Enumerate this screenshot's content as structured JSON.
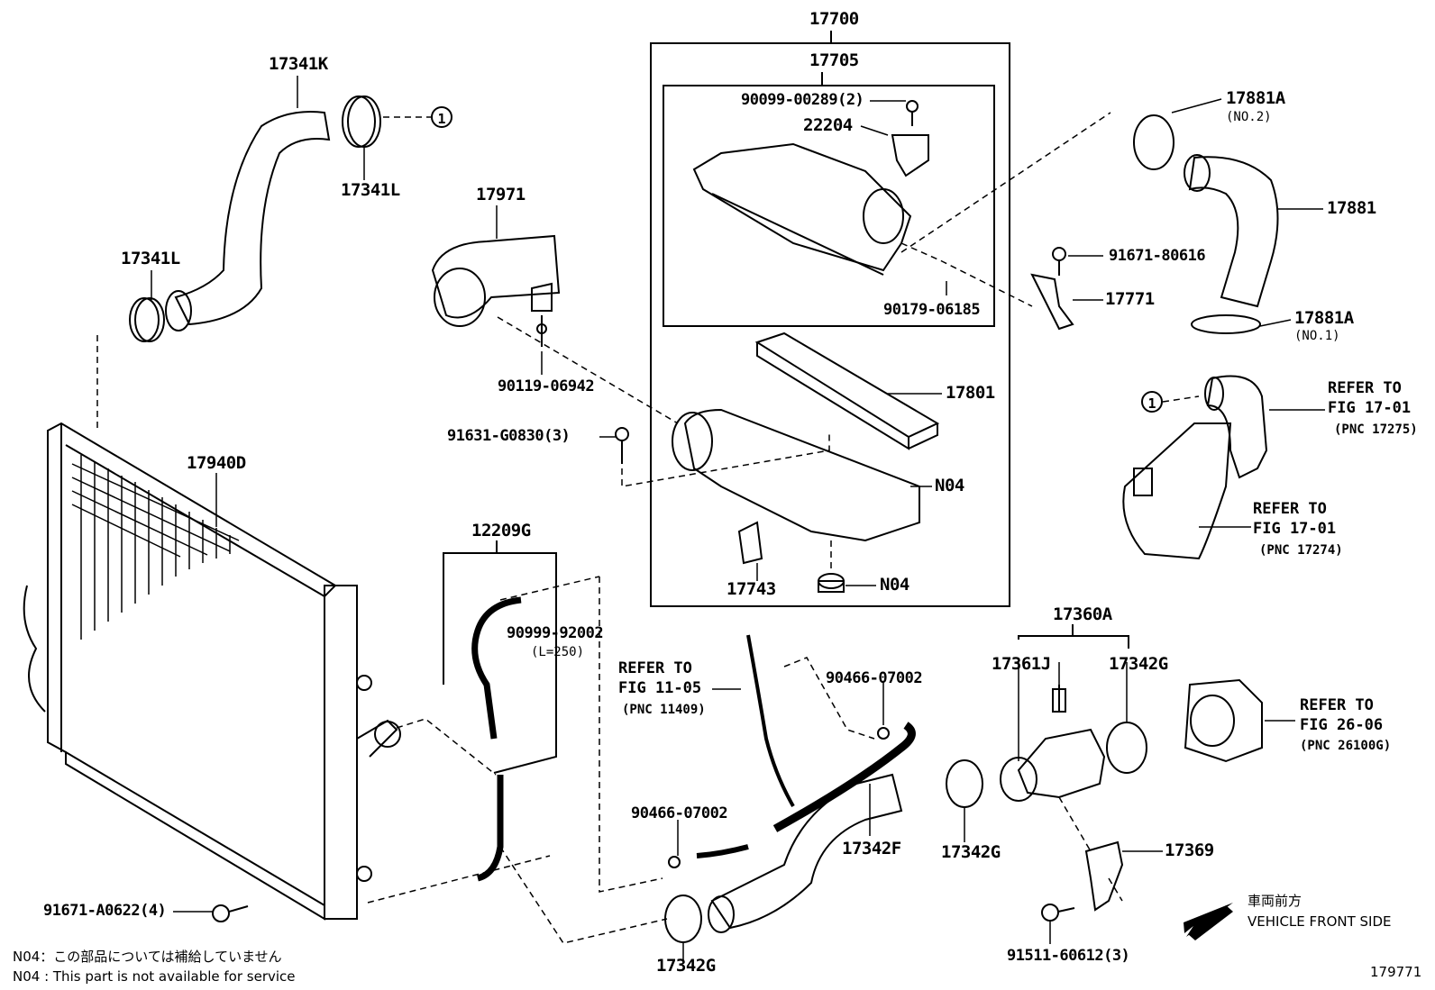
{
  "labels": {
    "l17700": "17700",
    "l17705": "17705",
    "l90099_00289": "90099-00289(2)",
    "l22204": "22204",
    "l90179_06185": "90179-06185",
    "l17801": "17801",
    "lN04a": "N04",
    "lN04b": "N04",
    "l17743": "17743",
    "l17341K": "17341K",
    "l17341L_top": "17341L",
    "l17341L_left": "17341L",
    "l17971": "17971",
    "l90119_06942": "90119-06942",
    "l91631_G0830": "91631-G0830(3)",
    "l17940D": "17940D",
    "l12209G": "12209G",
    "l90999_92002": "90999-92002",
    "l90999_len": "(L=250)",
    "l91671_A0622": "91671-A0622(4)",
    "l17881A_top": "17881A",
    "l17881A_top_sub": "(NO.2)",
    "l17881": "17881",
    "l91671_80616": "91671-80616",
    "l17771": "17771",
    "l17881A_bot": "17881A",
    "l17881A_bot_sub": "(NO.1)",
    "l17360A": "17360A",
    "l17361J": "17361J",
    "l17342G_a": "17342G",
    "l17342G_b": "17342G",
    "l17342G_c": "17342G",
    "l17342F": "17342F",
    "l17369": "17369",
    "l90466_07002_a": "90466-07002",
    "l90466_07002_b": "90466-07002",
    "l91511_60612": "91511-60612(3)",
    "circle1a": "1",
    "circle1b": "1",
    "ref_a1": "REFER TO",
    "ref_a2": "FIG 17-01",
    "ref_a3": "(PNC 17275)",
    "ref_b1": "REFER TO",
    "ref_b2": "FIG 17-01",
    "ref_b3": "(PNC 17274)",
    "ref_c1": "REFER TO",
    "ref_c2": "FIG 11-05",
    "ref_c3": "(PNC 11409)",
    "ref_d1": "REFER TO",
    "ref_d2": "FIG 26-06",
    "ref_d3": "(PNC 26100G)",
    "front_jp": "車両前方",
    "front_en": "VEHICLE FRONT SIDE",
    "note_jp": "N04：この部品については補給していません",
    "note_en": "N04 : This part is not available for service",
    "fig_id": "179771"
  }
}
